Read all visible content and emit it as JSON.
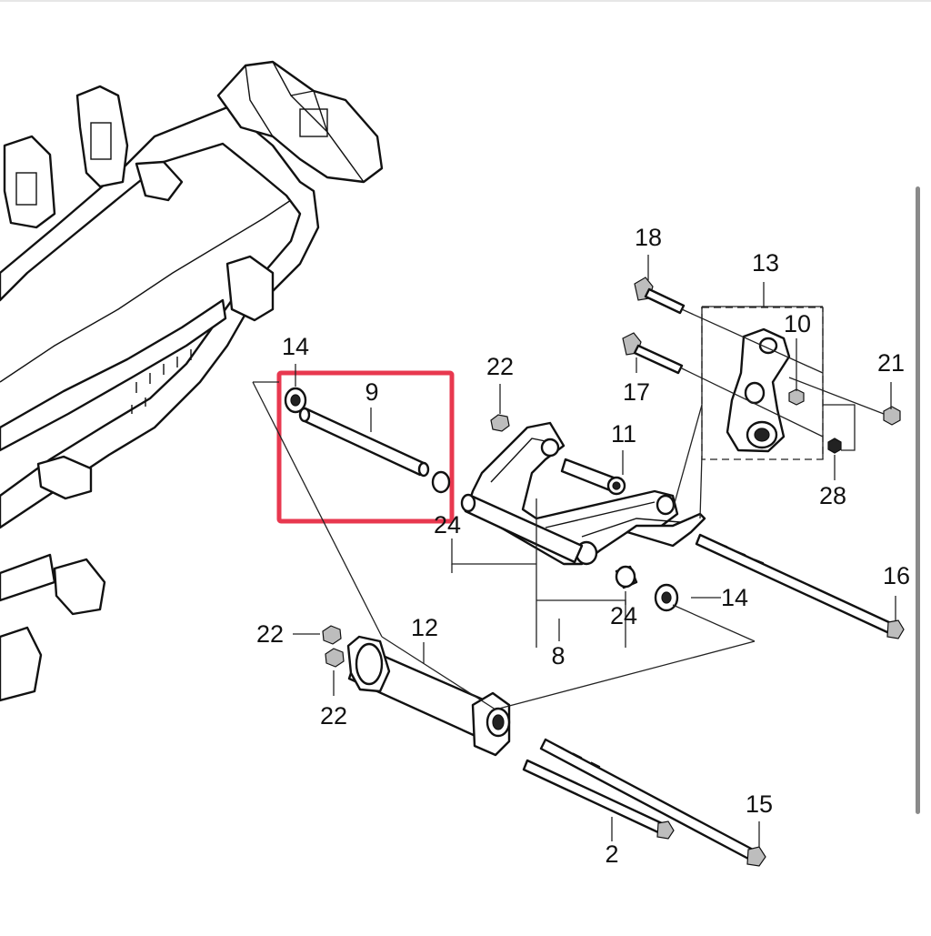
{
  "diagram": {
    "subject": "Rear suspension / swingarm parts diagram",
    "callouts": {
      "c2": "2",
      "c8": "8",
      "c9": "9",
      "c10": "10",
      "c11": "11",
      "c12": "12",
      "c13": "13",
      "c14a": "14",
      "c14b": "14",
      "c15": "15",
      "c16": "16",
      "c17": "17",
      "c18": "18",
      "c21": "21",
      "c22a": "22",
      "c22b": "22",
      "c22c": "22",
      "c24a": "24",
      "c24b": "24",
      "c28": "28"
    },
    "highlight": {
      "target_callout": "9",
      "color": "#e8384f"
    }
  }
}
